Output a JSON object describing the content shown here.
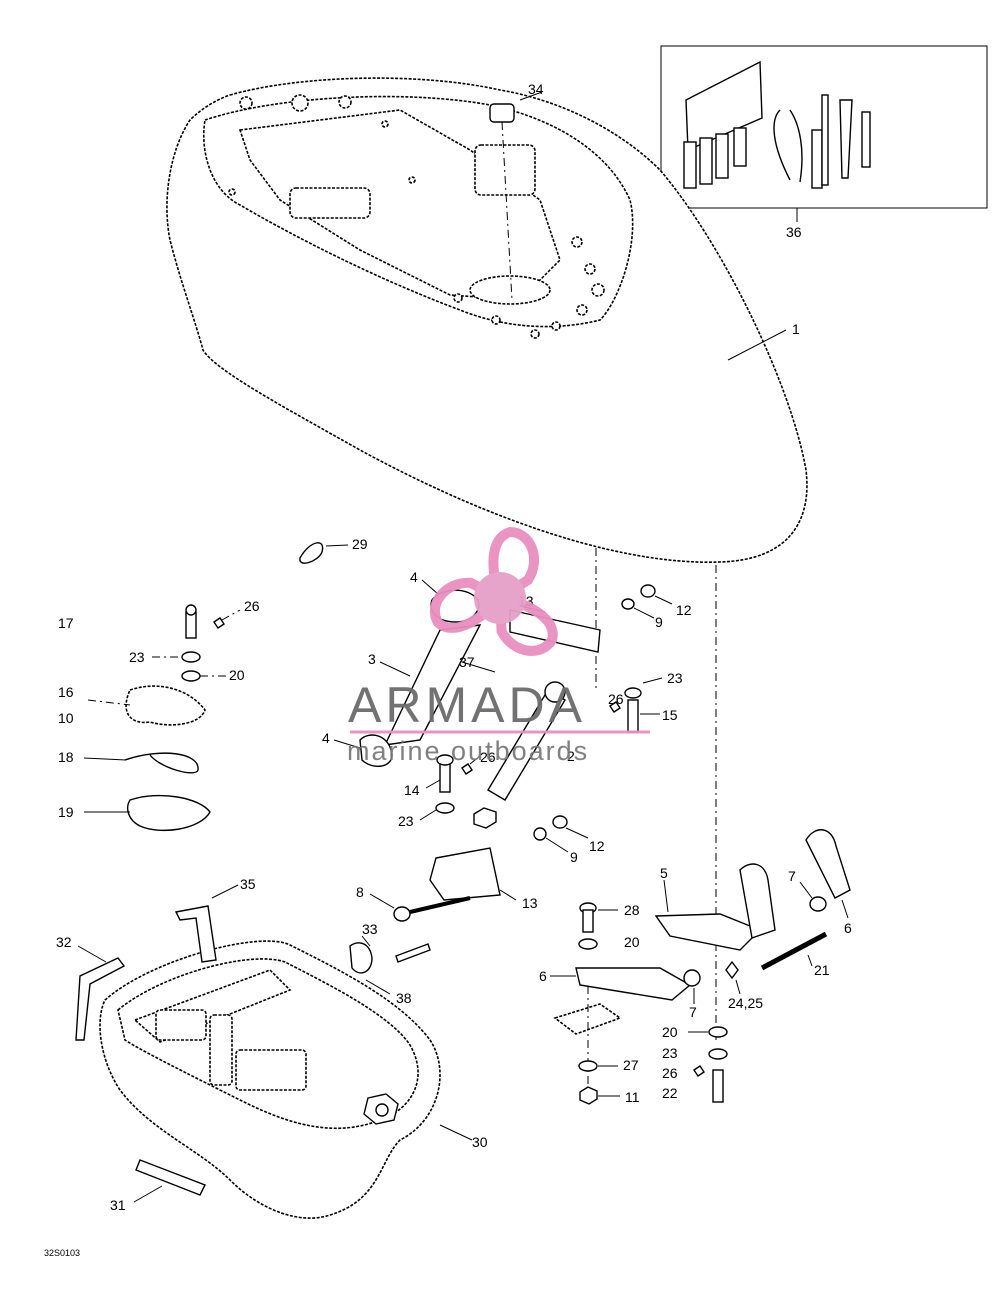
{
  "drawing_ref": "32S0103",
  "callouts": {
    "c1": "1",
    "c2": "2",
    "c3": "3",
    "c4a": "4",
    "c4b": "4",
    "c5": "5",
    "c6a": "6",
    "c6b": "6",
    "c7a": "7",
    "c7b": "7",
    "c8": "8",
    "c9a": "9",
    "c9b": "9",
    "c10": "10",
    "c11": "11",
    "c12a": "12",
    "c12b": "12",
    "c13a": "13",
    "c13b": "13",
    "c14": "14",
    "c15": "15",
    "c16": "16",
    "c17": "17",
    "c18": "18",
    "c19": "19",
    "c20a": "20",
    "c20b": "20",
    "c20c": "20",
    "c21": "21",
    "c22": "22",
    "c23a": "23",
    "c23b": "23",
    "c23c": "23",
    "c23d": "23",
    "c2425": "24,25",
    "c26a": "26",
    "c26b": "26",
    "c26c": "26",
    "c26d": "26",
    "c27": "27",
    "c28": "28",
    "c29": "29",
    "c30": "30",
    "c31": "31",
    "c32": "32",
    "c33": "33",
    "c34": "34",
    "c35": "35",
    "c36": "36",
    "c37": "37",
    "c38": "38"
  },
  "watermark": {
    "brand": "ARMADA",
    "tagline": "marine outboards",
    "logo": "propeller-logo-icon",
    "logo_color": "#e88fc0",
    "hub_color": "#e5a0c8"
  }
}
